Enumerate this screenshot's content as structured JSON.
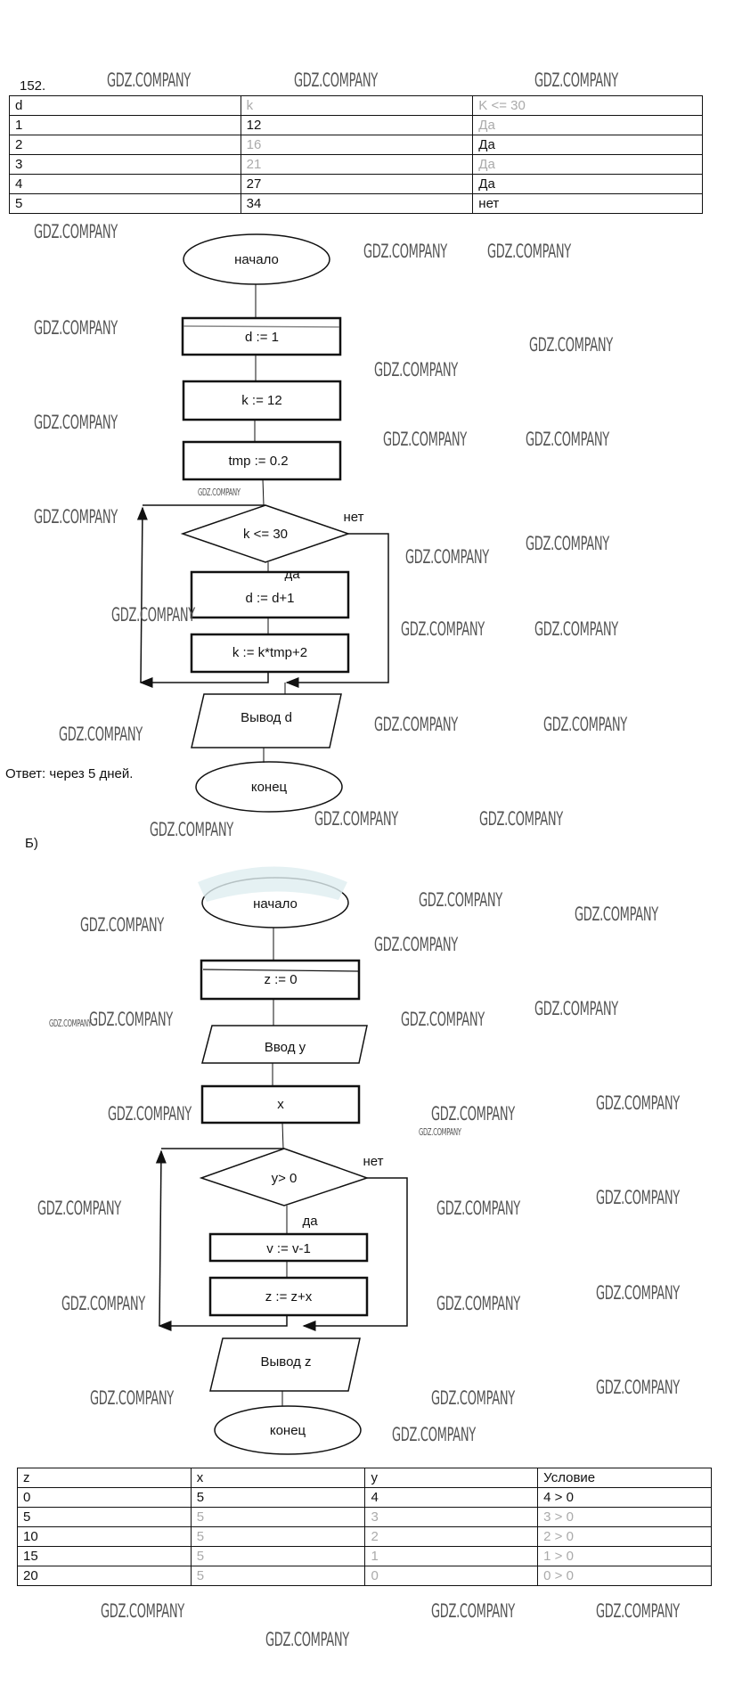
{
  "problem_number": "152.",
  "table_a": {
    "headers": [
      "d",
      "k",
      "K <= 30"
    ],
    "rows": [
      [
        "1",
        "12",
        "Да"
      ],
      [
        "2",
        "16",
        "Да"
      ],
      [
        "3",
        "21",
        "Да"
      ],
      [
        "4",
        "27",
        "Да"
      ],
      [
        "5",
        "34",
        "нет"
      ]
    ]
  },
  "flowchart_a": {
    "start": "начало",
    "step1": "d := 1",
    "step2": "k := 12",
    "step3": "tmp := 0.2",
    "condition": "k <= 30",
    "no_label": "нет",
    "yes_label": "да",
    "body1": "d := d+1",
    "body2": "k := k*tmp+2",
    "output": "Вывод d",
    "end": "конец"
  },
  "answer": "Ответ: через 5 дней.",
  "part_b_label": "Б)",
  "flowchart_b": {
    "start": "начало",
    "step1": "z := 0",
    "input": "Ввод y",
    "step2": "x",
    "condition": "y> 0",
    "no_label": "нет",
    "yes_label": "да",
    "body1": "v := v-1",
    "body2": "z := z+x",
    "output": "Вывод z",
    "end": "конец"
  },
  "table_b": {
    "headers": [
      "z",
      "x",
      "y",
      "Условие"
    ],
    "rows": [
      [
        "0",
        "5",
        "4",
        "4 > 0"
      ],
      [
        "5",
        "5",
        "3",
        "3 > 0"
      ],
      [
        "10",
        "5",
        "2",
        "2 > 0"
      ],
      [
        "15",
        "5",
        "1",
        "1 > 0"
      ],
      [
        "20",
        "5",
        "0",
        "0 > 0"
      ]
    ]
  },
  "watermark": "GDZ.COMPANY"
}
